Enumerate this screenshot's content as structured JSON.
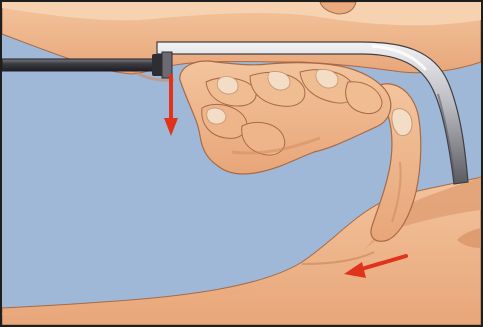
{
  "illustration": {
    "colors": {
      "background": "#9fb8d8",
      "skin_light": "#f5cba4",
      "skin_mid": "#e9ab7f",
      "skin_shadow": "#cf8a60",
      "skin_outline": "#a86a45",
      "nail": "#f4ddc6",
      "instrument_light": "#e9e9ec",
      "instrument_mid": "#8a8a92",
      "instrument_dark": "#3e3e44",
      "handle_dark": "#2d2d33",
      "arrow": "#e1321c",
      "frame": "#1e1e1e"
    },
    "icons": [
      "face-chin-shape",
      "neck-shape",
      "hand-shape",
      "curved-instrument-shape",
      "downward-arrow-icon",
      "leftward-arrow-icon"
    ]
  }
}
